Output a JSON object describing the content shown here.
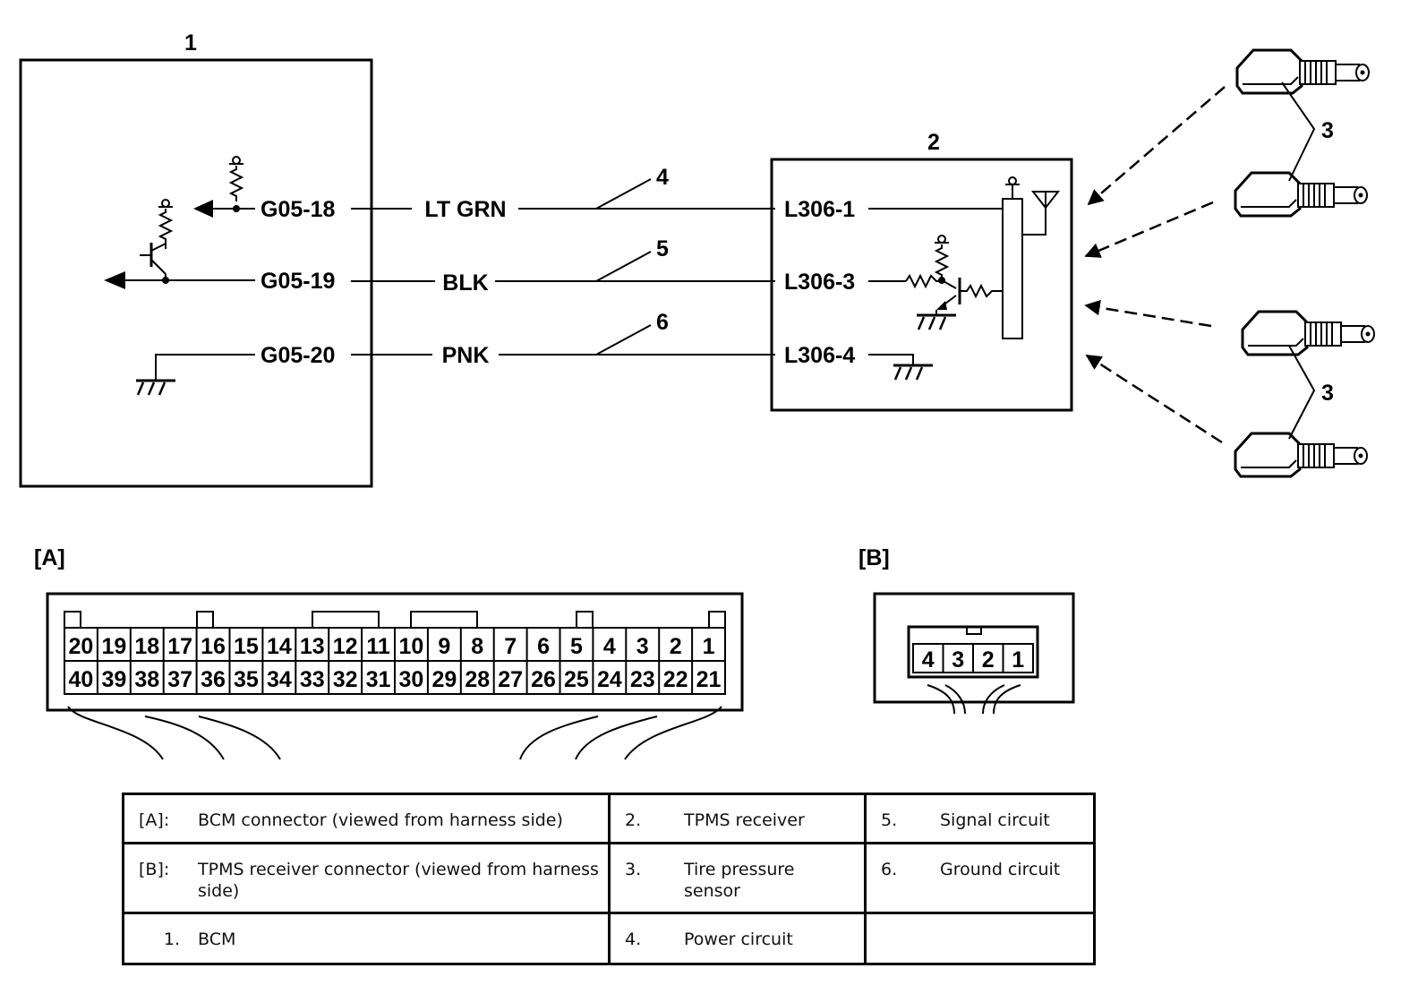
{
  "callouts": {
    "bcm": "1",
    "receiver": "2",
    "sensors_top": "3",
    "sensors_bottom": "3",
    "power_wire": "4",
    "signal_wire": "5",
    "ground_wire": "6"
  },
  "bcm_pins": [
    "G05-18",
    "G05-19",
    "G05-20"
  ],
  "wire_colors": [
    "LT GRN",
    "BLK",
    "PNK"
  ],
  "receiver_pins": [
    "L306-1",
    "L306-3",
    "L306-4"
  ],
  "connector_a": {
    "label": "[A]",
    "top_row": [
      "20",
      "19",
      "18",
      "17",
      "16",
      "15",
      "14",
      "13",
      "12",
      "11",
      "10",
      "9",
      "8",
      "7",
      "6",
      "5",
      "4",
      "3",
      "2",
      "1"
    ],
    "bottom_row": [
      "40",
      "39",
      "38",
      "37",
      "36",
      "35",
      "34",
      "33",
      "32",
      "31",
      "30",
      "29",
      "28",
      "27",
      "26",
      "25",
      "24",
      "23",
      "22",
      "21"
    ]
  },
  "connector_b": {
    "label": "[B]",
    "pins": [
      "4",
      "3",
      "2",
      "1"
    ]
  },
  "legend": [
    [
      {
        "key": "[A]:",
        "text": "BCM connector (viewed from harness side)"
      },
      {
        "key": "2.",
        "text": "TPMS receiver"
      },
      {
        "key": "5.",
        "text": "Signal circuit"
      }
    ],
    [
      {
        "key": "[B]:",
        "text": "TPMS receiver connector (viewed from harness side)"
      },
      {
        "key": "3.",
        "text": "Tire pressure sensor"
      },
      {
        "key": "6.",
        "text": "Ground circuit"
      }
    ],
    [
      {
        "key": "1.",
        "text": "BCM"
      },
      {
        "key": "4.",
        "text": "Power circuit"
      },
      {
        "key": "",
        "text": ""
      }
    ]
  ]
}
